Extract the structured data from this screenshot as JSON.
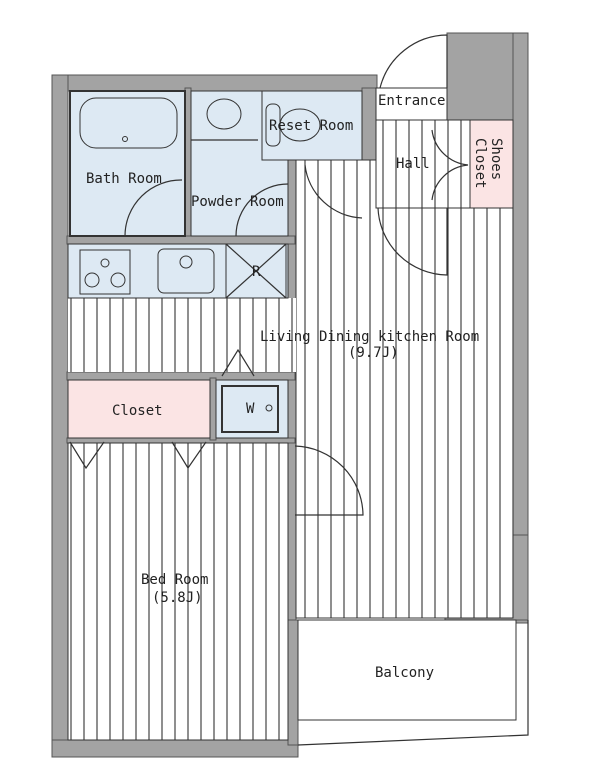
{
  "colors": {
    "wall": "#a3a3a3",
    "wet_area": "#dde9f3",
    "closet": "#fbe4e4",
    "floor": "#ffffff",
    "stripe": "#333333"
  },
  "rooms": {
    "bath": "Bath Room",
    "powder": "Powder Room",
    "reset": "Reset Room",
    "entrance": "Entrance",
    "hall": "Hall",
    "shoes_line1": "Shoes",
    "shoes_line2": "Closet",
    "ldk": "Living Dining kitchen Room",
    "ldk_size": "(9.7J)",
    "refrigerator": "R",
    "closet": "Closet",
    "washer": "W",
    "bed": "Bed Room",
    "bed_size": "(5.8J)",
    "balcony": "Balcony"
  }
}
